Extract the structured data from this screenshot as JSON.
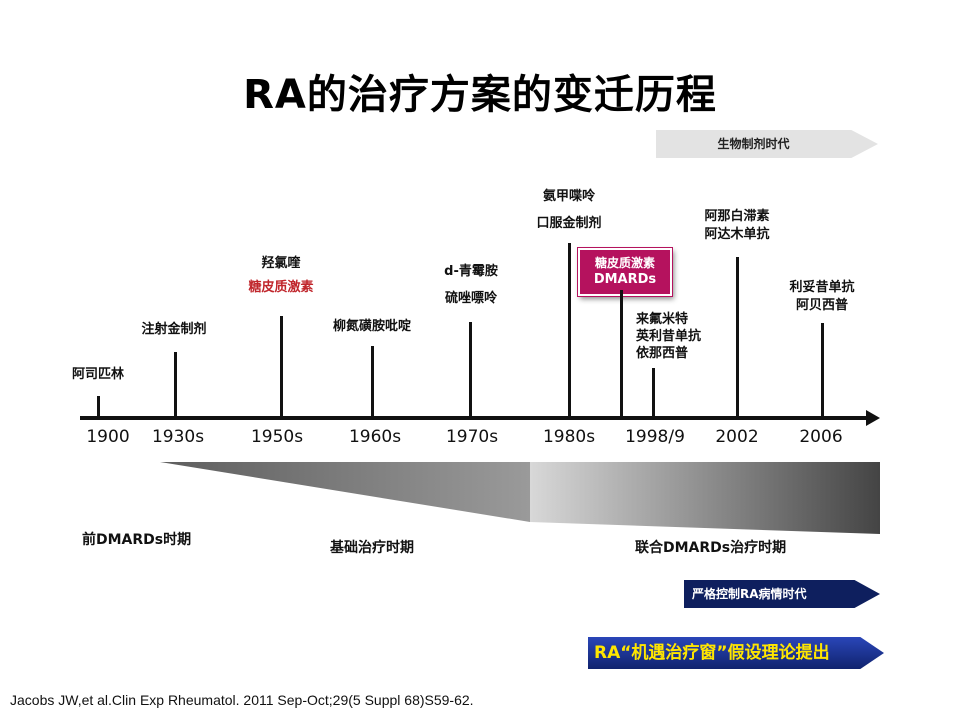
{
  "title": "RA的治疗方案的变迁历程",
  "bio_era": "生物制剂时代",
  "timeline": {
    "years": [
      "1900",
      "1930s",
      "1950s",
      "1960s",
      "1970s",
      "1980s",
      "1998/9",
      "2002",
      "2006"
    ],
    "events": {
      "aspirin": "阿司匹林",
      "gold_injection": "注射金制剂",
      "hcq": "羟氯喹",
      "glucocorticoid": "糖皮质激素",
      "ssz": "柳氮磺胺吡啶",
      "penicillamine": "d-青霉胺",
      "azathioprine": "硫唑嘌呤",
      "mtx": "氨甲喋呤",
      "oral_gold": "口服金制剂",
      "gc_dmards_line1": "糖皮质激素",
      "gc_dmards_line2": "DMARDs",
      "lef_line1": "来氟米特",
      "lef_line2": "英利昔单抗",
      "lef_line3": "依那西普",
      "y2002_line1": "阿那白滞素",
      "y2002_line2": "阿达木单抗",
      "y2006_line1": "利妥昔单抗",
      "y2006_line2": "阿贝西普"
    }
  },
  "periods": {
    "pre": "前DMARDs时期",
    "basic": "基础治疗时期",
    "combo": "联合DMARDs治疗时期"
  },
  "strict_control": "严格控制RA病情时代",
  "window_hypothesis": "RA“机遇治疗窗”假设理论提出",
  "citation": "Jacobs JW,et al.Clin Exp Rheumatol. 2011 Sep-Oct;29(5 Suppl 68)S59-62.",
  "colors": {
    "red_text": "#c0262c",
    "gc_box": "#b5125e",
    "strict_arrow": "#0e1f5e",
    "window_arrow": "#1a33a0",
    "window_text": "#ffe600",
    "bio_arrow": "#e3e3e3"
  }
}
